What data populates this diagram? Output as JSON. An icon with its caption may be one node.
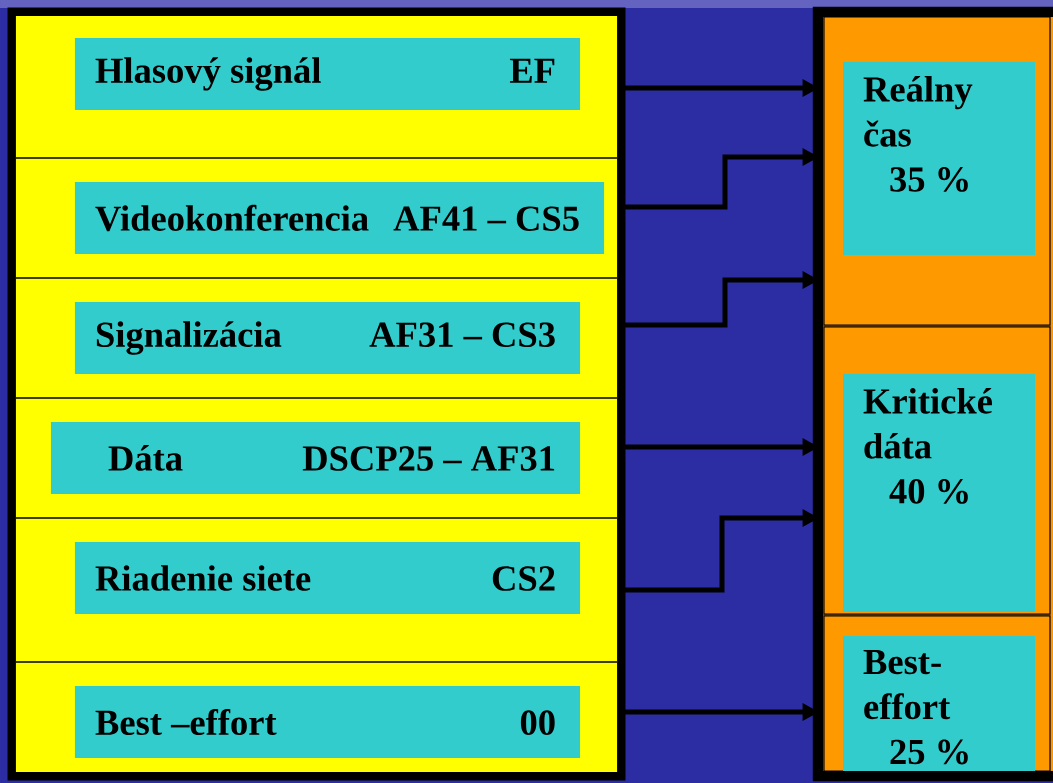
{
  "diagram": {
    "nodes": [
      {
        "text": [],
        "shape": "box"
      },
      {
        "text": [],
        "shape": "box",
        "in": 0
      },
      {
        "text": [
          "Hlasový signál",
          "EF"
        ],
        "in": 1
      },
      {
        "text": [],
        "shape": "box",
        "in": 0
      },
      {
        "text": [
          "Videokonferencia",
          "AF41 – CS5"
        ],
        "in": 3
      },
      {
        "text": [],
        "shape": "box",
        "in": 0
      },
      {
        "text": [
          "Signalizácia",
          "AF31 – CS3"
        ],
        "in": 5
      },
      {
        "text": [],
        "shape": "box",
        "in": 0
      },
      {
        "text": [
          "Dáta",
          "DSCP25 – AF31"
        ],
        "in": 7
      },
      {
        "text": [],
        "shape": "box",
        "in": 0
      },
      {
        "text": [
          "Riadenie siete",
          "CS2"
        ],
        "in": 9
      },
      {
        "text": [],
        "shape": "box",
        "in": 0
      },
      {
        "text": [
          "Best –effort",
          "00"
        ],
        "in": 11
      },
      {
        "text": [],
        "shape": "box"
      },
      {
        "text": [],
        "shape": "box",
        "in": 13
      },
      {
        "text": [
          "Reálny čas",
          "35 %"
        ],
        "in": 14
      },
      {
        "text": [],
        "shape": "box",
        "in": 13
      },
      {
        "text": [
          "Kritické dáta",
          "40 %"
        ],
        "in": 16
      },
      {
        "text": [],
        "shape": "box",
        "in": 13
      },
      {
        "text": [
          "Best-effort",
          "25 %"
        ],
        "in": 18
      }
    ],
    "edges": [
      {
        "from": 1,
        "to": 14,
        "arrow": "to"
      },
      {
        "from": 3,
        "to": 14,
        "arrow": "to"
      },
      {
        "from": 5,
        "to": 14,
        "arrow": "to"
      },
      {
        "from": 7,
        "to": 16,
        "arrow": "to"
      },
      {
        "from": 9,
        "to": 16,
        "arrow": "to"
      },
      {
        "from": 11,
        "to": 18,
        "arrow": "to"
      }
    ]
  }
}
